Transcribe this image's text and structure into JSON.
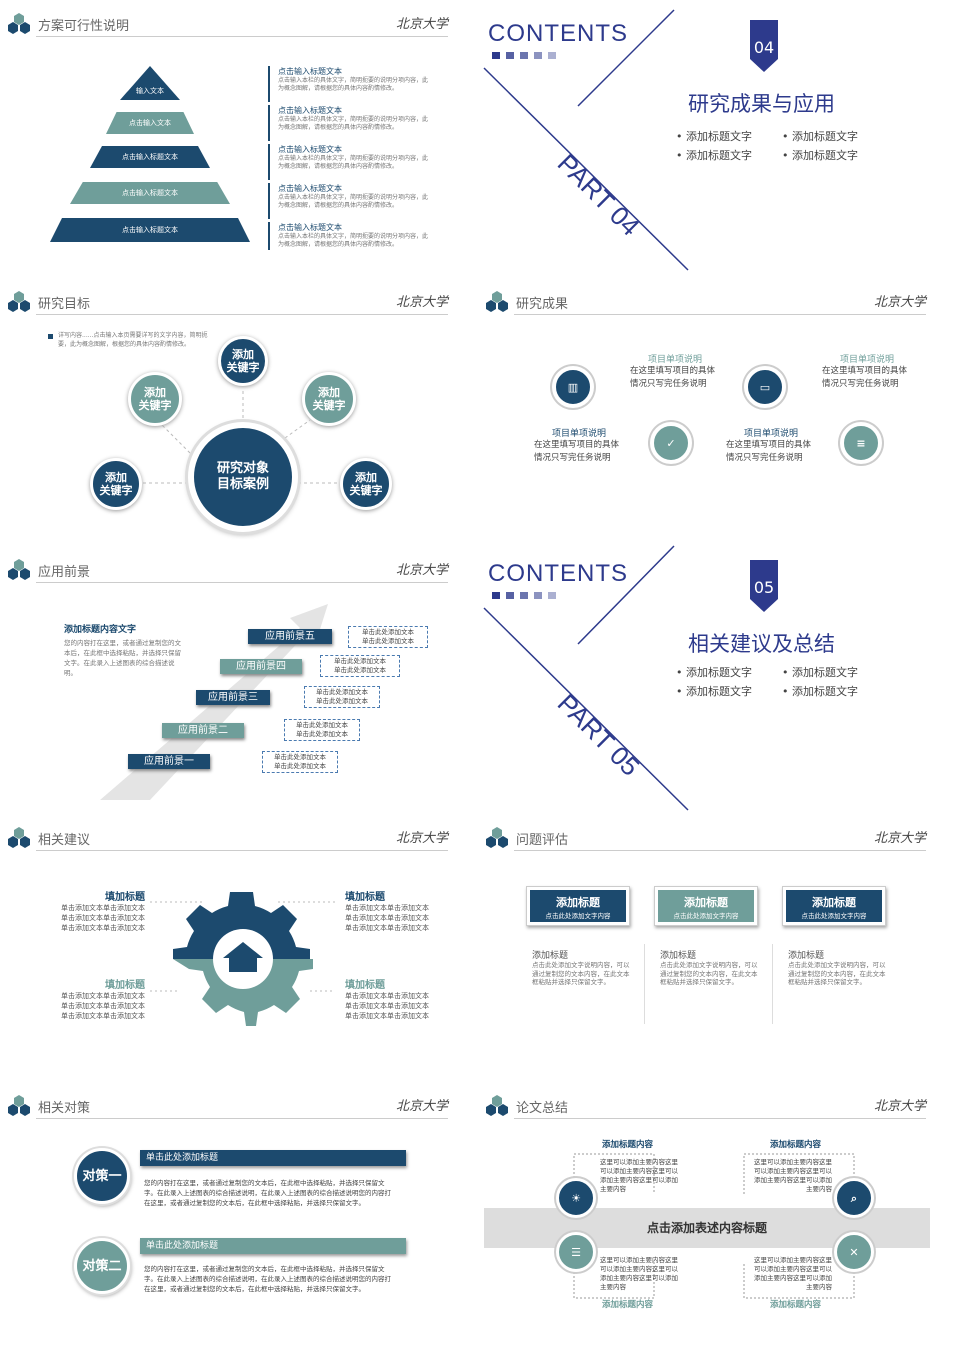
{
  "brand": {
    "school": "北京大学",
    "navy": "#1c4a6e",
    "teal": "#6f9e9a",
    "indigo": "#2d3a8c"
  },
  "s1": {
    "title": "方案可行性说明",
    "pyramid": [
      "输入文本",
      "点击输入文本",
      "点击输入标题文本",
      "点击输入标题文本",
      "点击输入标题文本"
    ],
    "items": [
      {
        "title": "点击输入标题文本",
        "body": "点击输入本栏的具体文字，简明扼要的说明分项内容，此为概念图解，请根据您的具体内容酌情修改。"
      },
      {
        "title": "点击输入标题文本",
        "body": "点击输入本栏的具体文字，简明扼要的说明分项内容，此为概念图解，请根据您的具体内容酌情修改。"
      },
      {
        "title": "点击输入标题文本",
        "body": "点击输入本栏的具体文字，简明扼要的说明分项内容，此为概念图解，请根据您的具体内容酌情修改。"
      },
      {
        "title": "点击输入标题文本",
        "body": "点击输入本栏的具体文字，简明扼要的说明分项内容，此为概念图解，请根据您的具体内容酌情修改。"
      },
      {
        "title": "点击输入标题文本",
        "body": "点击输入本栏的具体文字，简明扼要的说明分项内容，此为概念图解，请根据您的具体内容酌情修改。"
      }
    ]
  },
  "s2": {
    "contents": "CONTENTS",
    "num": "04",
    "part": "PART 04",
    "title": "研究成果与应用",
    "bullets": [
      "添加标题文字",
      "添加标题文字",
      "添加标题文字",
      "添加标题文字"
    ]
  },
  "s3": {
    "title": "研究目标",
    "note": "详写内容......点击输入本页需要详写的文字内容，简明扼要，此为概念图解，根据您的具体内容酌情修改。",
    "center": "研究对象\n目标案例",
    "keys": [
      "添加\n关键字",
      "添加\n关键字",
      "添加\n关键字",
      "添加\n关键字",
      "添加\n关键字"
    ]
  },
  "s4": {
    "title": "研究成果",
    "items": [
      {
        "title": "项目单项说明",
        "body": "在这里填写项目的具体情况只写完任务说明"
      },
      {
        "title": "项目单项说明",
        "body": "在这里填写项目的具体情况只写完任务说明"
      },
      {
        "title": "项目单项说明",
        "body": "在这里填写项目的具体情况只写完任务说明"
      },
      {
        "title": "项目单项说明",
        "body": "在这里填写项目的具体情况只写完任务说明"
      }
    ]
  },
  "s5": {
    "title": "应用前景",
    "heading": "添加标题内容文字",
    "desc": "您的内容打在这里，或者通过复制您的文本后，在此框中选择粘贴，并选择只保留文字。在此录入上述图表的综合描述说明。",
    "steps": [
      "应用前景一",
      "应用前景二",
      "应用前景三",
      "应用前景四",
      "应用前景五"
    ],
    "notes": [
      "单击此处添加文本\n单击此处添加文本",
      "单击此处添加文本\n单击此处添加文本",
      "单击此处添加文本\n单击此处添加文本",
      "单击此处添加文本\n单击此处添加文本",
      "单击此处添加文本\n单击此处添加文本"
    ]
  },
  "s6": {
    "contents": "CONTENTS",
    "num": "05",
    "part": "PART 05",
    "title": "相关建议及总结",
    "bullets": [
      "添加标题文字",
      "添加标题文字",
      "添加标题文字",
      "添加标题文字"
    ]
  },
  "s7": {
    "title": "相关建议",
    "blocks": [
      {
        "title": "填加标题",
        "body": "单击添加文本单击添加文本\n单击添加文本单击添加文本\n单击添加文本单击添加文本"
      },
      {
        "title": "填加标题",
        "body": "单击添加文本单击添加文本\n单击添加文本单击添加文本\n单击添加文本单击添加文本"
      },
      {
        "title": "填加标题",
        "body": "单击添加文本单击添加文本\n单击添加文本单击添加文本\n单击添加文本单击添加文本"
      },
      {
        "title": "填加标题",
        "body": "单击添加文本单击添加文本\n单击添加文本单击添加文本\n单击添加文本单击添加文本"
      }
    ]
  },
  "s8": {
    "title": "问题评估",
    "cards": [
      {
        "head": "添加标题",
        "sub": "点击此处添加文字内容",
        "title": "添加标题",
        "body": "点击此处添加文字说明内容，可以通过复制您的文本内容，在此文本框粘贴并选择只保留文字。"
      },
      {
        "head": "添加标题",
        "sub": "点击此处添加文字内容",
        "title": "添加标题",
        "body": "点击此处添加文字说明内容，可以通过复制您的文本内容，在此文本框粘贴并选择只保留文字。"
      },
      {
        "head": "添加标题",
        "sub": "点击此处添加文字内容",
        "title": "添加标题",
        "body": "点击此处添加文字说明内容，可以通过复制您的文本内容，在此文本框粘贴并选择只保留文字。"
      }
    ]
  },
  "s9": {
    "title": "相关对策",
    "items": [
      {
        "badge": "对策一",
        "head": "单击此处添加标题",
        "body": "您的内容打在这里，或者通过复制您的文本后，在此框中选择粘贴，并选择只保留文字。在此录入上述图表的综合描述说明，在此录入上述图表的综合描述说明您的内容打在这里，或者通过复制您的文本后，在此框中选择粘贴，并选择只保留文字。"
      },
      {
        "badge": "对策二",
        "head": "单击此处添加标题",
        "body": "您的内容打在这里，或者通过复制您的文本后，在此框中选择粘贴，并选择只保留文字。在此录入上述图表的综合描述说明，在此录入上述图表的综合描述说明您的内容打在这里，或者通过复制您的文本后，在此框中选择粘贴，并选择只保留文字。"
      }
    ]
  },
  "s10": {
    "title": "论文总结",
    "band": "点击添加表述内容标题",
    "items": [
      {
        "title": "添加标题内容",
        "body": "这里可以添加主要内容这里可以添加主要内容这里可以添加主要内容这里可以添加主要内容"
      },
      {
        "title": "添加标题内容",
        "body": "这里可以添加主要内容这里可以添加主要内容这里可以添加主要内容这里可以添加主要内容"
      },
      {
        "title": "添加标题内容",
        "body": "这里可以添加主要内容这里可以添加主要内容这里可以添加主要内容这里可以添加主要内容"
      },
      {
        "title": "添加标题内容",
        "body": "这里可以添加主要内容这里可以添加主要内容这里可以添加主要内容这里可以添加主要内容"
      }
    ]
  }
}
